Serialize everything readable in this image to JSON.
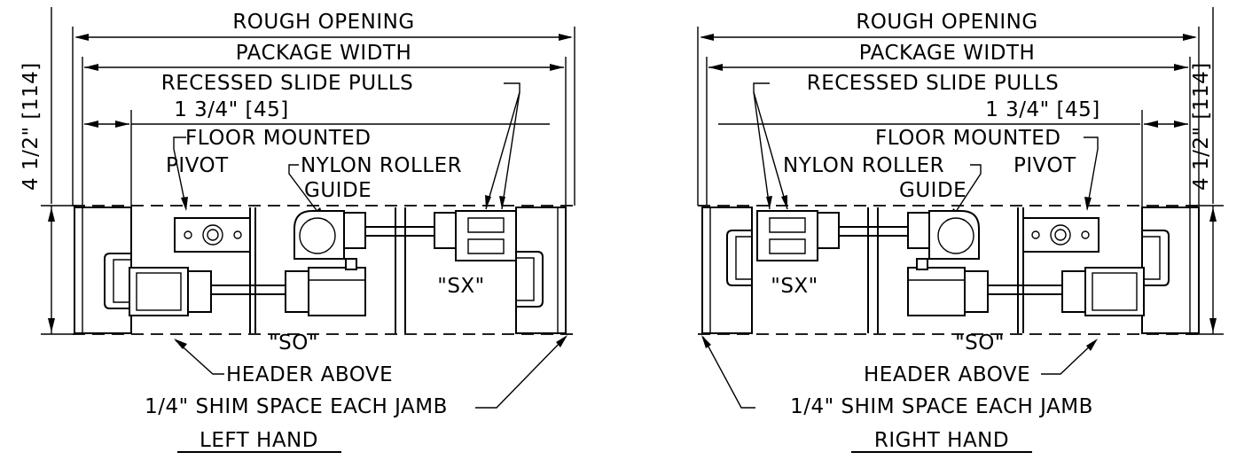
{
  "left": {
    "rough_opening": "ROUGH OPENING",
    "package_width": "PACKAGE WIDTH",
    "recessed_slide_pulls": "RECESSED SLIDE PULLS",
    "dimension_offset": "1 3/4\" [45]",
    "floor_mounted": "FLOOR MOUNTED",
    "pivot": "PIVOT",
    "nylon_roller": "NYLON ROLLER",
    "guide": "GUIDE",
    "sx": "\"SX\"",
    "so": "\"SO\"",
    "header_above": "HEADER ABOVE",
    "shim_space": "1/4\" SHIM SPACE EACH JAMB",
    "depth_dimension": "4 1/2\" [114]",
    "hand_title": "LEFT HAND"
  },
  "right": {
    "rough_opening": "ROUGH OPENING",
    "package_width": "PACKAGE WIDTH",
    "recessed_slide_pulls": "RECESSED SLIDE PULLS",
    "dimension_offset": "1 3/4\" [45]",
    "floor_mounted": "FLOOR MOUNTED",
    "pivot": "PIVOT",
    "nylon_roller": "NYLON ROLLER",
    "guide": "GUIDE",
    "sx": "\"SX\"",
    "so": "\"SO\"",
    "header_above": "HEADER ABOVE",
    "shim_space": "1/4\" SHIM SPACE EACH JAMB",
    "depth_dimension": "4 1/2\" [114]",
    "hand_title": "RIGHT HAND"
  }
}
